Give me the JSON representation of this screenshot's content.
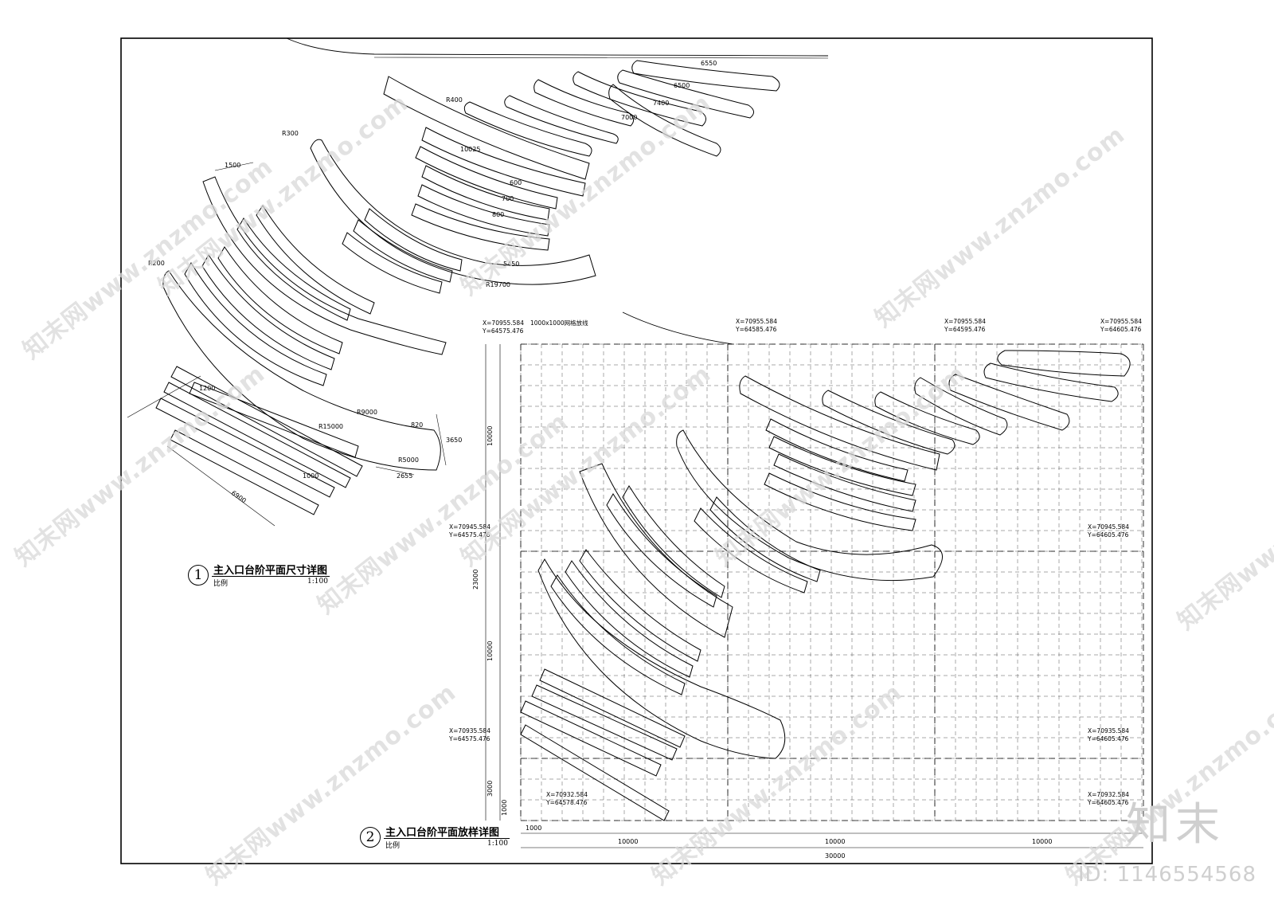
{
  "drawing1": {
    "number": "1",
    "title": "主入口台阶平面尺寸详图",
    "scale_label": "比例",
    "scale": "1:100"
  },
  "drawing2": {
    "number": "2",
    "title": "主入口台阶平面放样详图",
    "scale_label": "比例",
    "scale": "1:100",
    "grid_note": "1000x1000网格放线",
    "coords": [
      {
        "x": "X=70955.584",
        "y": "Y=64575.476"
      },
      {
        "x": "X=70955.584",
        "y": "Y=64585.476"
      },
      {
        "x": "X=70955.584",
        "y": "Y=64595.476"
      },
      {
        "x": "X=70955.584",
        "y": "Y=64605.476"
      },
      {
        "x": "X=70945.584",
        "y": "Y=64575.476"
      },
      {
        "x": "X=70945.584",
        "y": "Y=64605.476"
      },
      {
        "x": "X=70935.584",
        "y": "Y=64575.476"
      },
      {
        "x": "X=70935.584",
        "y": "Y=64605.476"
      },
      {
        "x": "X=70932.584",
        "y": "Y=64578.476"
      },
      {
        "x": "X=70932.584",
        "y": "Y=64605.476"
      }
    ],
    "dims_bottom": [
      "1000",
      "10000",
      "10000",
      "10000",
      "30000"
    ],
    "dims_left": [
      "10000",
      "23000",
      "10000",
      "3000",
      "1000"
    ]
  },
  "dim_labels": [
    "1500",
    "R200",
    "R300",
    "R400",
    "6550",
    "6500",
    "7400",
    "7000",
    "10025",
    "5450",
    "2655",
    "6900",
    "R5000",
    "R9000",
    "R19700",
    "R15000",
    "820",
    "3650",
    "1200",
    "1000",
    "600",
    "700",
    "800"
  ],
  "watermark": "知末网www.znzmo.com",
  "brand": "知末",
  "id_tag": "ID: 1146554568"
}
